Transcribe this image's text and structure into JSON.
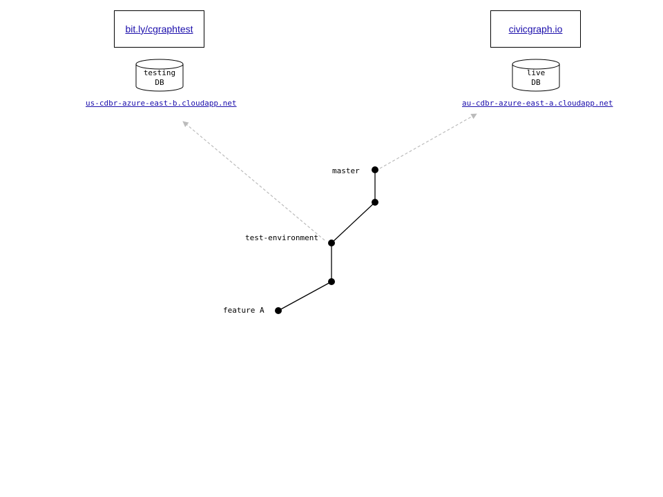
{
  "environments": {
    "testing": {
      "app_link": "bit.ly/cgraphtest",
      "db_label_line1": "testing",
      "db_label_line2": "DB",
      "db_host": "us-cdbr-azure-east-b.cloudapp.net"
    },
    "live": {
      "app_link": "civicgraph.io",
      "db_label_line1": "live",
      "db_label_line2": "DB",
      "db_host": "au-cdbr-azure-east-a.cloudapp.net"
    }
  },
  "branches": {
    "master": "master",
    "test_environment": "test-environment",
    "feature_a": "feature A"
  },
  "colors": {
    "link": "#1a0dab",
    "deploy_arrow": "#bbbbbb",
    "commit": "#000000"
  }
}
